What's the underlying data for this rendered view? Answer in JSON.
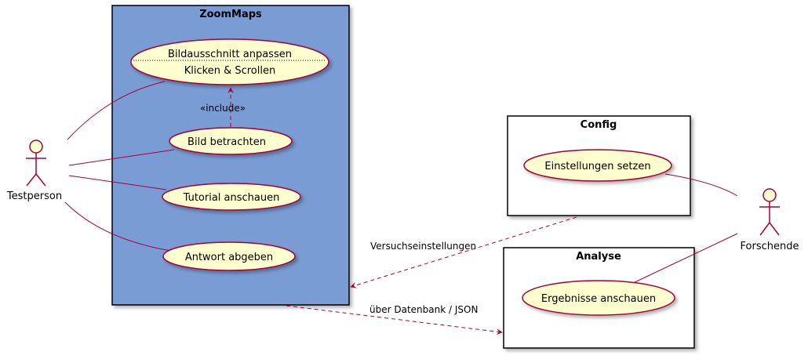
{
  "colors": {
    "zoommaps_fill": "#7A9CD4",
    "usecase_fill": "#FEFECE",
    "usecase_border": "#A80036",
    "edge": "#A80036",
    "frame_border": "#000000"
  },
  "systems": {
    "zoommaps": {
      "title": "ZoomMaps"
    },
    "config": {
      "title": "Config"
    },
    "analyse": {
      "title": "Analyse"
    }
  },
  "usecases": {
    "bildausschnitt": {
      "line1": "Bildausschnitt anpassen",
      "line2": "Klicken & Scrollen"
    },
    "bild_betrachten": "Bild betrachten",
    "tutorial": "Tutorial anschauen",
    "antwort": "Antwort abgeben",
    "einstellungen": "Einstellungen setzen",
    "ergebnisse": "Ergebnisse anschauen"
  },
  "actors": {
    "testperson": "Testperson",
    "forschende": "Forschende"
  },
  "edge_labels": {
    "include": "«include»",
    "versuchseinstellungen": "Versuchseinstellungen",
    "datenbank": "über Datenbank / JSON"
  }
}
